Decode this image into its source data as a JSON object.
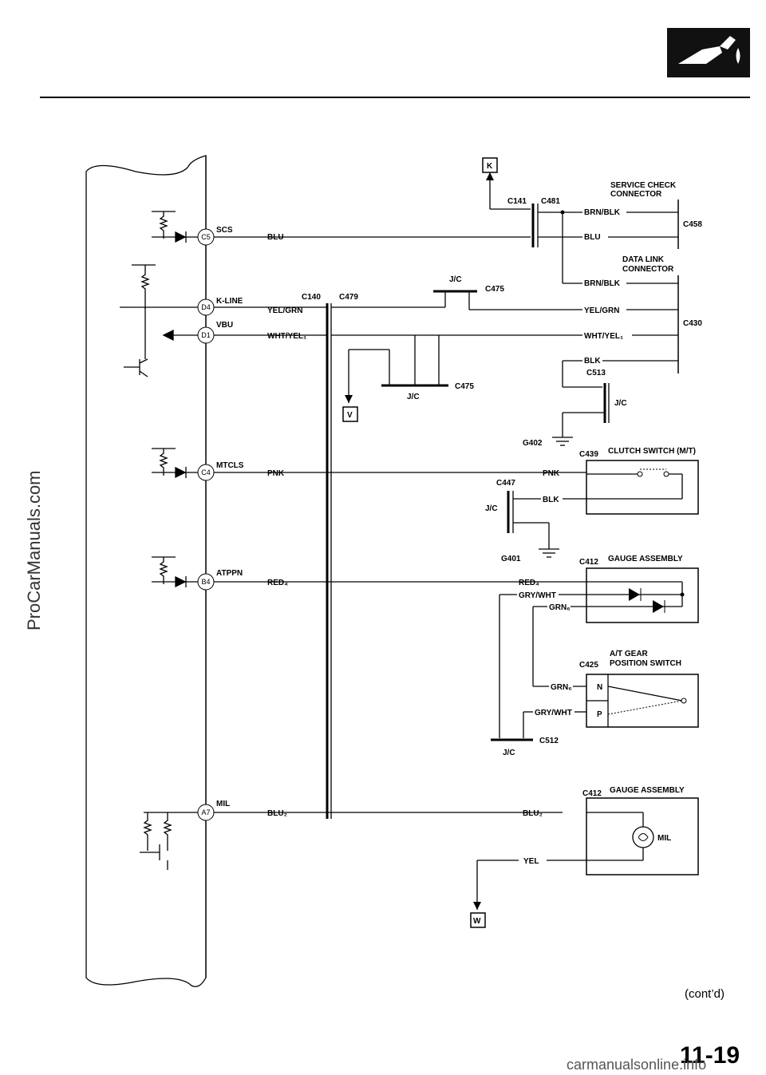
{
  "header": {
    "icon": "fuel-nozzle-icon"
  },
  "watermark": "ProCarManuals.com",
  "footer": {
    "contd": "(cont’d)",
    "page_number": "11-19",
    "site": "carmanualsonline.info"
  },
  "ecm_pins": [
    {
      "pin": "C5",
      "signal": "SCS"
    },
    {
      "pin": "D4",
      "signal": "K-LINE"
    },
    {
      "pin": "D1",
      "signal": "VBU"
    },
    {
      "pin": "C4",
      "signal": "MTCLS"
    },
    {
      "pin": "B4",
      "signal": "ATPPN"
    },
    {
      "pin": "A7",
      "signal": "MIL"
    }
  ],
  "wires_left": {
    "blu": "BLU",
    "yel_grn": "YEL/GRN",
    "wht_yel": "WHT/YEL₁",
    "pnk": "PNK",
    "red": "RED₄",
    "blu2": "BLU₂"
  },
  "connectors": {
    "c140": "C140",
    "c479": "C479",
    "c141": "C141",
    "c481": "C481",
    "c475a": "C475",
    "c475b": "C475",
    "jc1": "J/C",
    "jc2": "J/C",
    "jc3": "J/C",
    "jc4": "J/C",
    "jc5": "J/C",
    "c513": "C513",
    "c447": "C447",
    "c512": "C512",
    "g402": "G402",
    "g401": "G401",
    "k_ref": "K",
    "v_ref": "V",
    "w_ref": "W"
  },
  "service_check": {
    "title_1": "SERVICE CHECK",
    "title_2": "CONNECTOR",
    "wire_1": "BRN/BLK",
    "wire_2": "BLU",
    "conn": "C458"
  },
  "data_link": {
    "title_1": "DATA LINK",
    "title_2": "CONNECTOR",
    "wire_1": "BRN/BLK",
    "wire_2": "YEL/GRN",
    "wire_3": "WHT/YEL₁",
    "wire_4": "BLK",
    "conn": "C430"
  },
  "clutch": {
    "conn": "C439",
    "title": "CLUTCH SWITCH (M/T)",
    "wire_1": "PNK",
    "wire_2": "BLK"
  },
  "gauge1": {
    "conn": "C412",
    "title": "GAUGE ASSEMBLY",
    "wire_1": "RED₄",
    "wire_2": "GRY/WHT",
    "wire_3": "GRN₆"
  },
  "atgear": {
    "conn": "C425",
    "title_1": "A/T GEAR",
    "title_2": "POSITION SWITCH",
    "wire_1": "GRN₆",
    "wire_2": "GRY/WHT",
    "pos_n": "N",
    "pos_p": "P"
  },
  "gauge2": {
    "conn": "C412",
    "title": "GAUGE ASSEMBLY",
    "wire_1": "BLU₂",
    "wire_2": "YEL",
    "lamp": "MIL"
  }
}
